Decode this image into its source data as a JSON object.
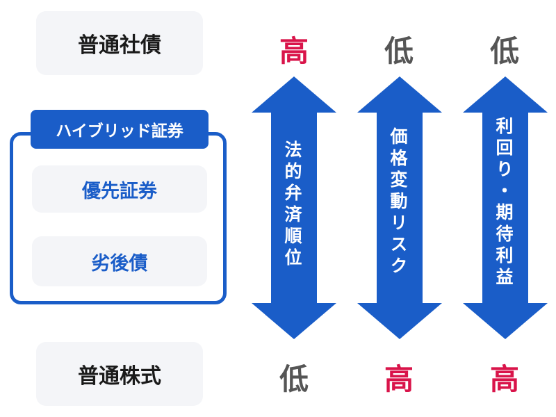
{
  "rows": {
    "top_label": "普通社債",
    "bottom_label": "普通株式"
  },
  "hybrid": {
    "title": "ハイブリッド証券",
    "items": [
      "優先証券",
      "劣後債"
    ]
  },
  "arrows": [
    {
      "label": "法的弁済順位",
      "top": "高",
      "bottom": "低"
    },
    {
      "label": "価格変動リスク",
      "top": "低",
      "bottom": "高"
    },
    {
      "label": "利回り・期待利益",
      "top": "低",
      "bottom": "高"
    }
  ],
  "colors": {
    "arrow_blue": "#1a5dc8",
    "high_red": "#d9144a",
    "low_gray": "#555555",
    "box_bg": "#f4f5f8"
  }
}
